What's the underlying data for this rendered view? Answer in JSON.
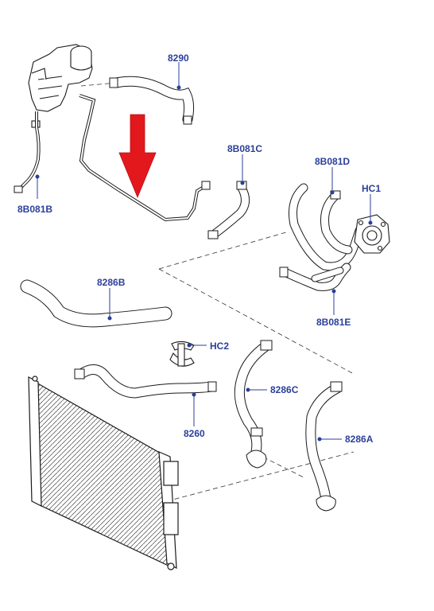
{
  "labels": {
    "p8290": "8290",
    "p8B081B": "8B081B",
    "p8B081C": "8B081C",
    "p8B081D": "8B081D",
    "pHC1": "HC1",
    "p8286B": "8286B",
    "p8B081E": "8B081E",
    "pHC2": "HC2",
    "p8286C": "8286C",
    "p8286A": "8286A",
    "p8260": "8260"
  },
  "colors": {
    "label_text": "#2b3f9a",
    "highlight_arrow": "#e3181d",
    "line_art": "#1a1a1a"
  },
  "icons": {
    "highlight": "down-arrow-icon"
  }
}
